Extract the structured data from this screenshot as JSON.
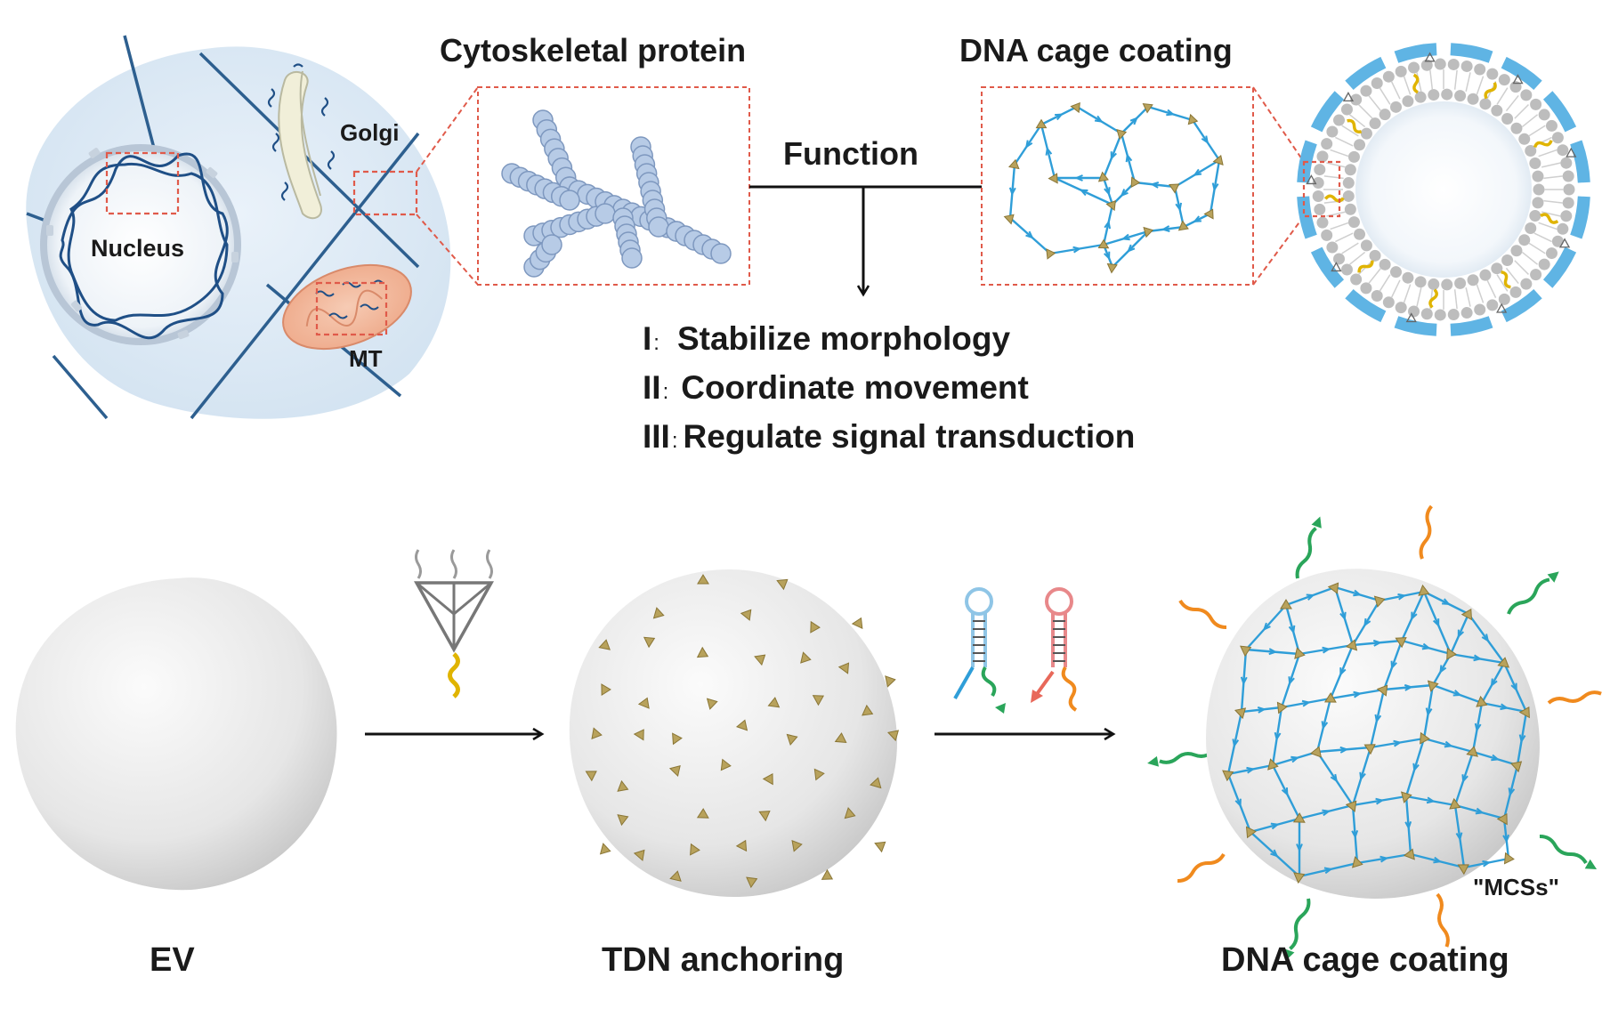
{
  "top": {
    "cell": {
      "nucleus": "Nucleus",
      "golgi": "Golgi",
      "mitochondria": "MT"
    },
    "cytoskeleton_title": "Cytoskeletal protein",
    "cage_title": "DNA cage coating",
    "function_label": "Function",
    "functions": [
      {
        "num": "I",
        "sep": ":",
        "text": "Stabilize morphology"
      },
      {
        "num": "II",
        "sep": ":",
        "text": "Coordinate movement"
      },
      {
        "num": "III",
        "sep": ":",
        "text": "Regulate signal transduction"
      }
    ]
  },
  "bottom": {
    "ev_label": "EV",
    "tdn_label": "TDN anchoring",
    "cage_label": "DNA cage coating",
    "mcs_label": "\"MCSs\""
  },
  "colors": {
    "cage_blue": "#2f9ed8",
    "tdn_gold": "#b8a25c",
    "filament": "#2d5f8f",
    "vesicle": "#e9e9e9",
    "cell_bg": "#dde9f4",
    "dashed_red": "#e05a4a",
    "orange_strand": "#f08a1e",
    "green_strand": "#2aa55a",
    "red_strand": "#e8685a",
    "light_blue_strand": "#8fc5e6"
  }
}
